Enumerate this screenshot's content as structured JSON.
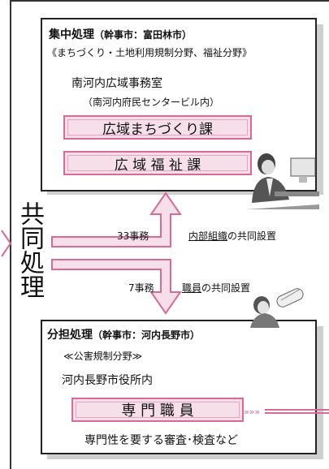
{
  "top_box": {
    "title": "集中処理",
    "title_sub": "（幹事市：富田林市）",
    "domains": "《まちづくり・土地利用規制分野、福祉分野》",
    "office": "南河内広域事務室",
    "office_sub": "（南河内府民センタービル内）",
    "button1": "広域まちづくり課",
    "button2": "広 域 福 祉 課"
  },
  "middle": {
    "vertical_label": "共同処理",
    "count_upper": "33事務",
    "count_lower": "7事務",
    "note_upper_underlined": "内部組織",
    "note_upper_rest": "の共同設置",
    "note_lower_underlined": "職員",
    "note_lower_rest": "の共同設置"
  },
  "bottom_box": {
    "title": "分担処理",
    "title_sub": "（幹事市：河内長野市）",
    "domains": "≪公害規制分野≫",
    "office": "河内長野市役所内",
    "button": "専 門 職 員",
    "caption": "専門性を要する審査･検査など"
  },
  "colors": {
    "pink_border": "#d86a9a",
    "pink_fill": "#f7dfe9",
    "outline": "#222222"
  }
}
